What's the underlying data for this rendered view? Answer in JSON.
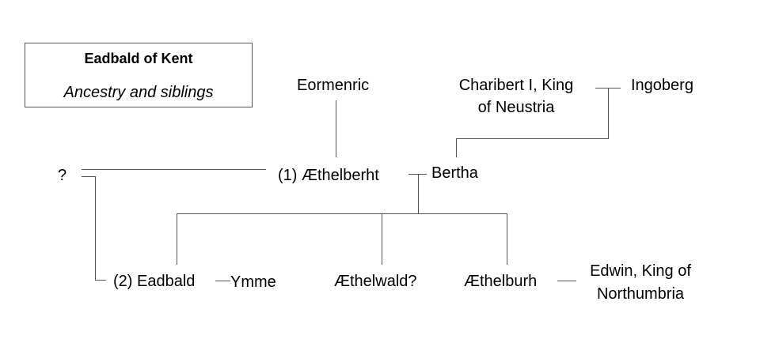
{
  "title_box": {
    "title": "Eadbald of Kent",
    "subtitle": "Ancestry and siblings"
  },
  "people": {
    "eormenric": "Eormenric",
    "charibert_line1": "Charibert I, King",
    "charibert_line2": "of Neustria",
    "ingoberg": "Ingoberg",
    "unknown": "?",
    "aethelberht": "(1) Æthelberht",
    "bertha": "Bertha",
    "eadbald": "(2) Eadbald",
    "ymme": "Ymme",
    "aethelwald": "Æthelwald?",
    "aethelburh": "Æthelburh",
    "edwin_line1": "Edwin, King of",
    "edwin_line2": "Northumbria"
  }
}
